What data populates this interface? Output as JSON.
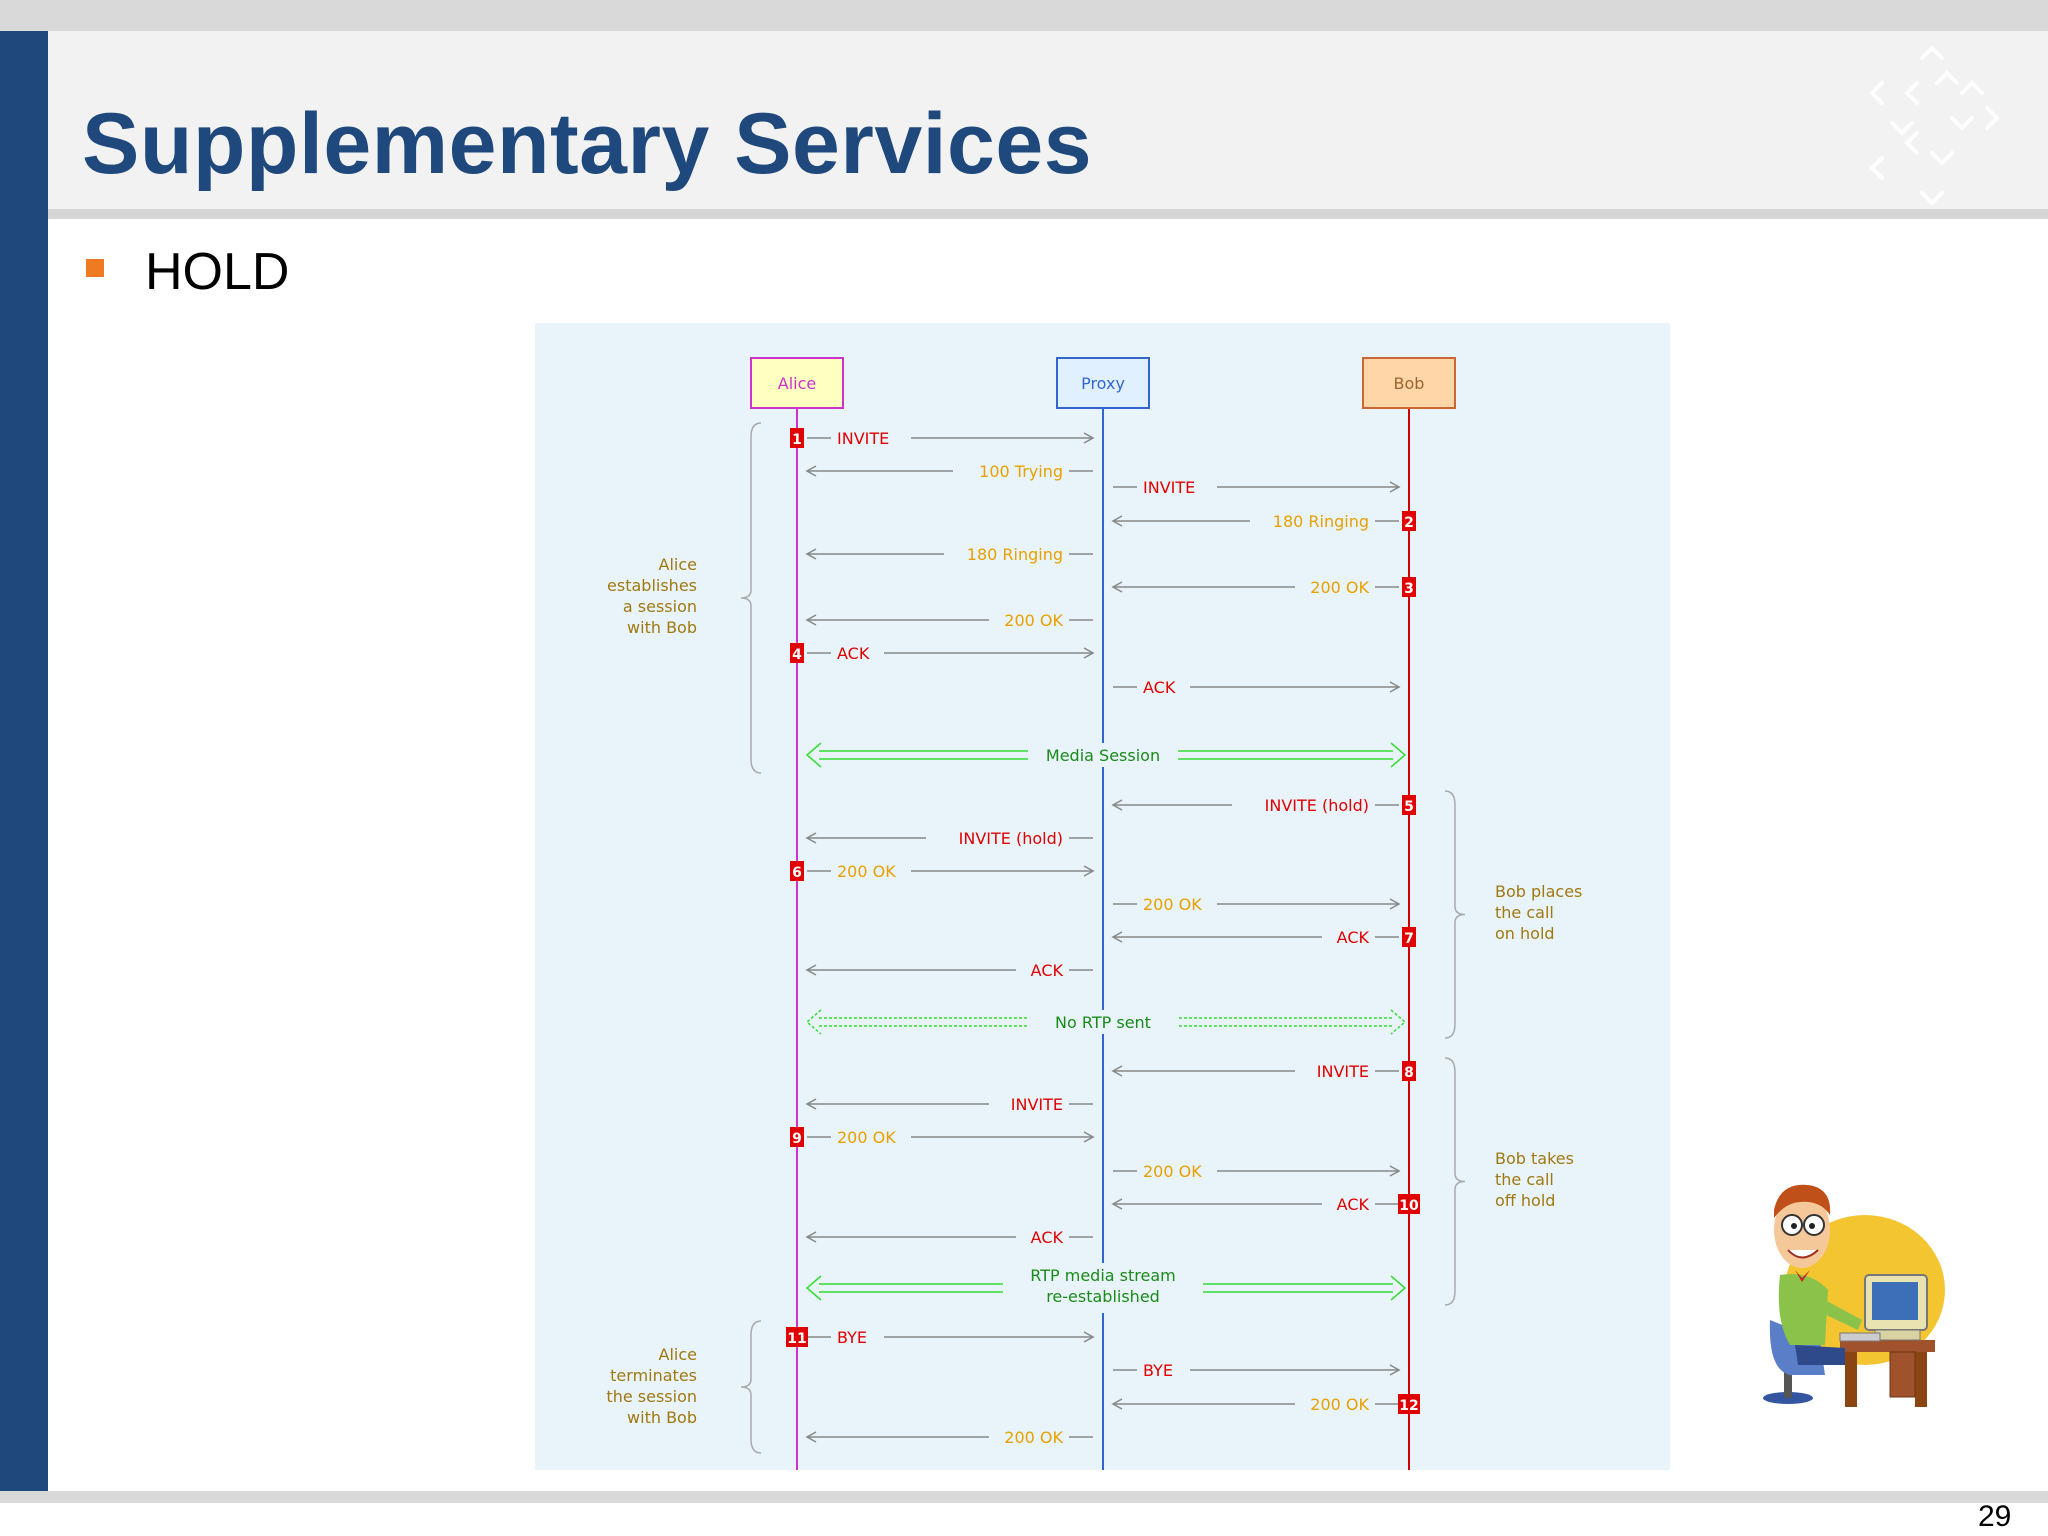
{
  "slide": {
    "title": "Supplementary Services",
    "bullet": "HOLD",
    "page_number": "29"
  },
  "colors": {
    "title": "#1f497d",
    "left_bar": "#1f497d",
    "bullet": "#f07a21",
    "diagram_bg": "#e8f4fa",
    "request_text": "#e00000",
    "response_text": "#e8a000",
    "media": "#33dd33",
    "alice_line": "#cc33cc",
    "proxy_line": "#3366cc",
    "bob_line": "#cc0000"
  },
  "diagram": {
    "participants": {
      "alice": "Alice",
      "proxy": "Proxy",
      "bob": "Bob"
    },
    "notes": {
      "establish": [
        "Alice",
        "establishes",
        "a session",
        "with Bob"
      ],
      "hold": [
        "Bob places",
        "the call",
        "on hold"
      ],
      "unhold": [
        "Bob takes",
        "the call",
        "off hold"
      ],
      "terminate": [
        "Alice",
        "terminates",
        "the session",
        "with Bob"
      ]
    },
    "streams": {
      "media_session": "Media Session",
      "no_rtp": "No RTP sent",
      "rtp_line1": "RTP media stream",
      "rtp_line2": "re-established"
    },
    "messages": [
      {
        "from": "alice",
        "to": "proxy",
        "label": "INVITE",
        "kind": "request",
        "step": "1"
      },
      {
        "from": "proxy",
        "to": "alice",
        "label": "100 Trying",
        "kind": "response",
        "step": ""
      },
      {
        "from": "proxy",
        "to": "bob",
        "label": "INVITE",
        "kind": "request",
        "step": ""
      },
      {
        "from": "bob",
        "to": "proxy",
        "label": "180 Ringing",
        "kind": "response",
        "step": "2"
      },
      {
        "from": "proxy",
        "to": "alice",
        "label": "180 Ringing",
        "kind": "response",
        "step": ""
      },
      {
        "from": "bob",
        "to": "proxy",
        "label": "200 OK",
        "kind": "response",
        "step": "3"
      },
      {
        "from": "proxy",
        "to": "alice",
        "label": "200 OK",
        "kind": "response",
        "step": ""
      },
      {
        "from": "alice",
        "to": "proxy",
        "label": "ACK",
        "kind": "request",
        "step": "4"
      },
      {
        "from": "proxy",
        "to": "bob",
        "label": "ACK",
        "kind": "request",
        "step": ""
      },
      {
        "from": "bob",
        "to": "proxy",
        "label": "INVITE (hold)",
        "kind": "request",
        "step": "5"
      },
      {
        "from": "proxy",
        "to": "alice",
        "label": "INVITE (hold)",
        "kind": "request",
        "step": ""
      },
      {
        "from": "alice",
        "to": "proxy",
        "label": "200 OK",
        "kind": "response",
        "step": "6"
      },
      {
        "from": "proxy",
        "to": "bob",
        "label": "200 OK",
        "kind": "response",
        "step": ""
      },
      {
        "from": "bob",
        "to": "proxy",
        "label": "ACK",
        "kind": "request",
        "step": "7"
      },
      {
        "from": "proxy",
        "to": "alice",
        "label": "ACK",
        "kind": "request",
        "step": ""
      },
      {
        "from": "bob",
        "to": "proxy",
        "label": "INVITE",
        "kind": "request",
        "step": "8"
      },
      {
        "from": "proxy",
        "to": "alice",
        "label": "INVITE",
        "kind": "request",
        "step": ""
      },
      {
        "from": "alice",
        "to": "proxy",
        "label": "200 OK",
        "kind": "response",
        "step": "9"
      },
      {
        "from": "proxy",
        "to": "bob",
        "label": "200 OK",
        "kind": "response",
        "step": ""
      },
      {
        "from": "bob",
        "to": "proxy",
        "label": "ACK",
        "kind": "request",
        "step": "10"
      },
      {
        "from": "proxy",
        "to": "alice",
        "label": "ACK",
        "kind": "request",
        "step": ""
      },
      {
        "from": "alice",
        "to": "proxy",
        "label": "BYE",
        "kind": "request",
        "step": "11"
      },
      {
        "from": "proxy",
        "to": "bob",
        "label": "BYE",
        "kind": "request",
        "step": ""
      },
      {
        "from": "bob",
        "to": "proxy",
        "label": "200 OK",
        "kind": "response",
        "step": "12"
      },
      {
        "from": "proxy",
        "to": "alice",
        "label": "200 OK",
        "kind": "response",
        "step": ""
      }
    ]
  }
}
